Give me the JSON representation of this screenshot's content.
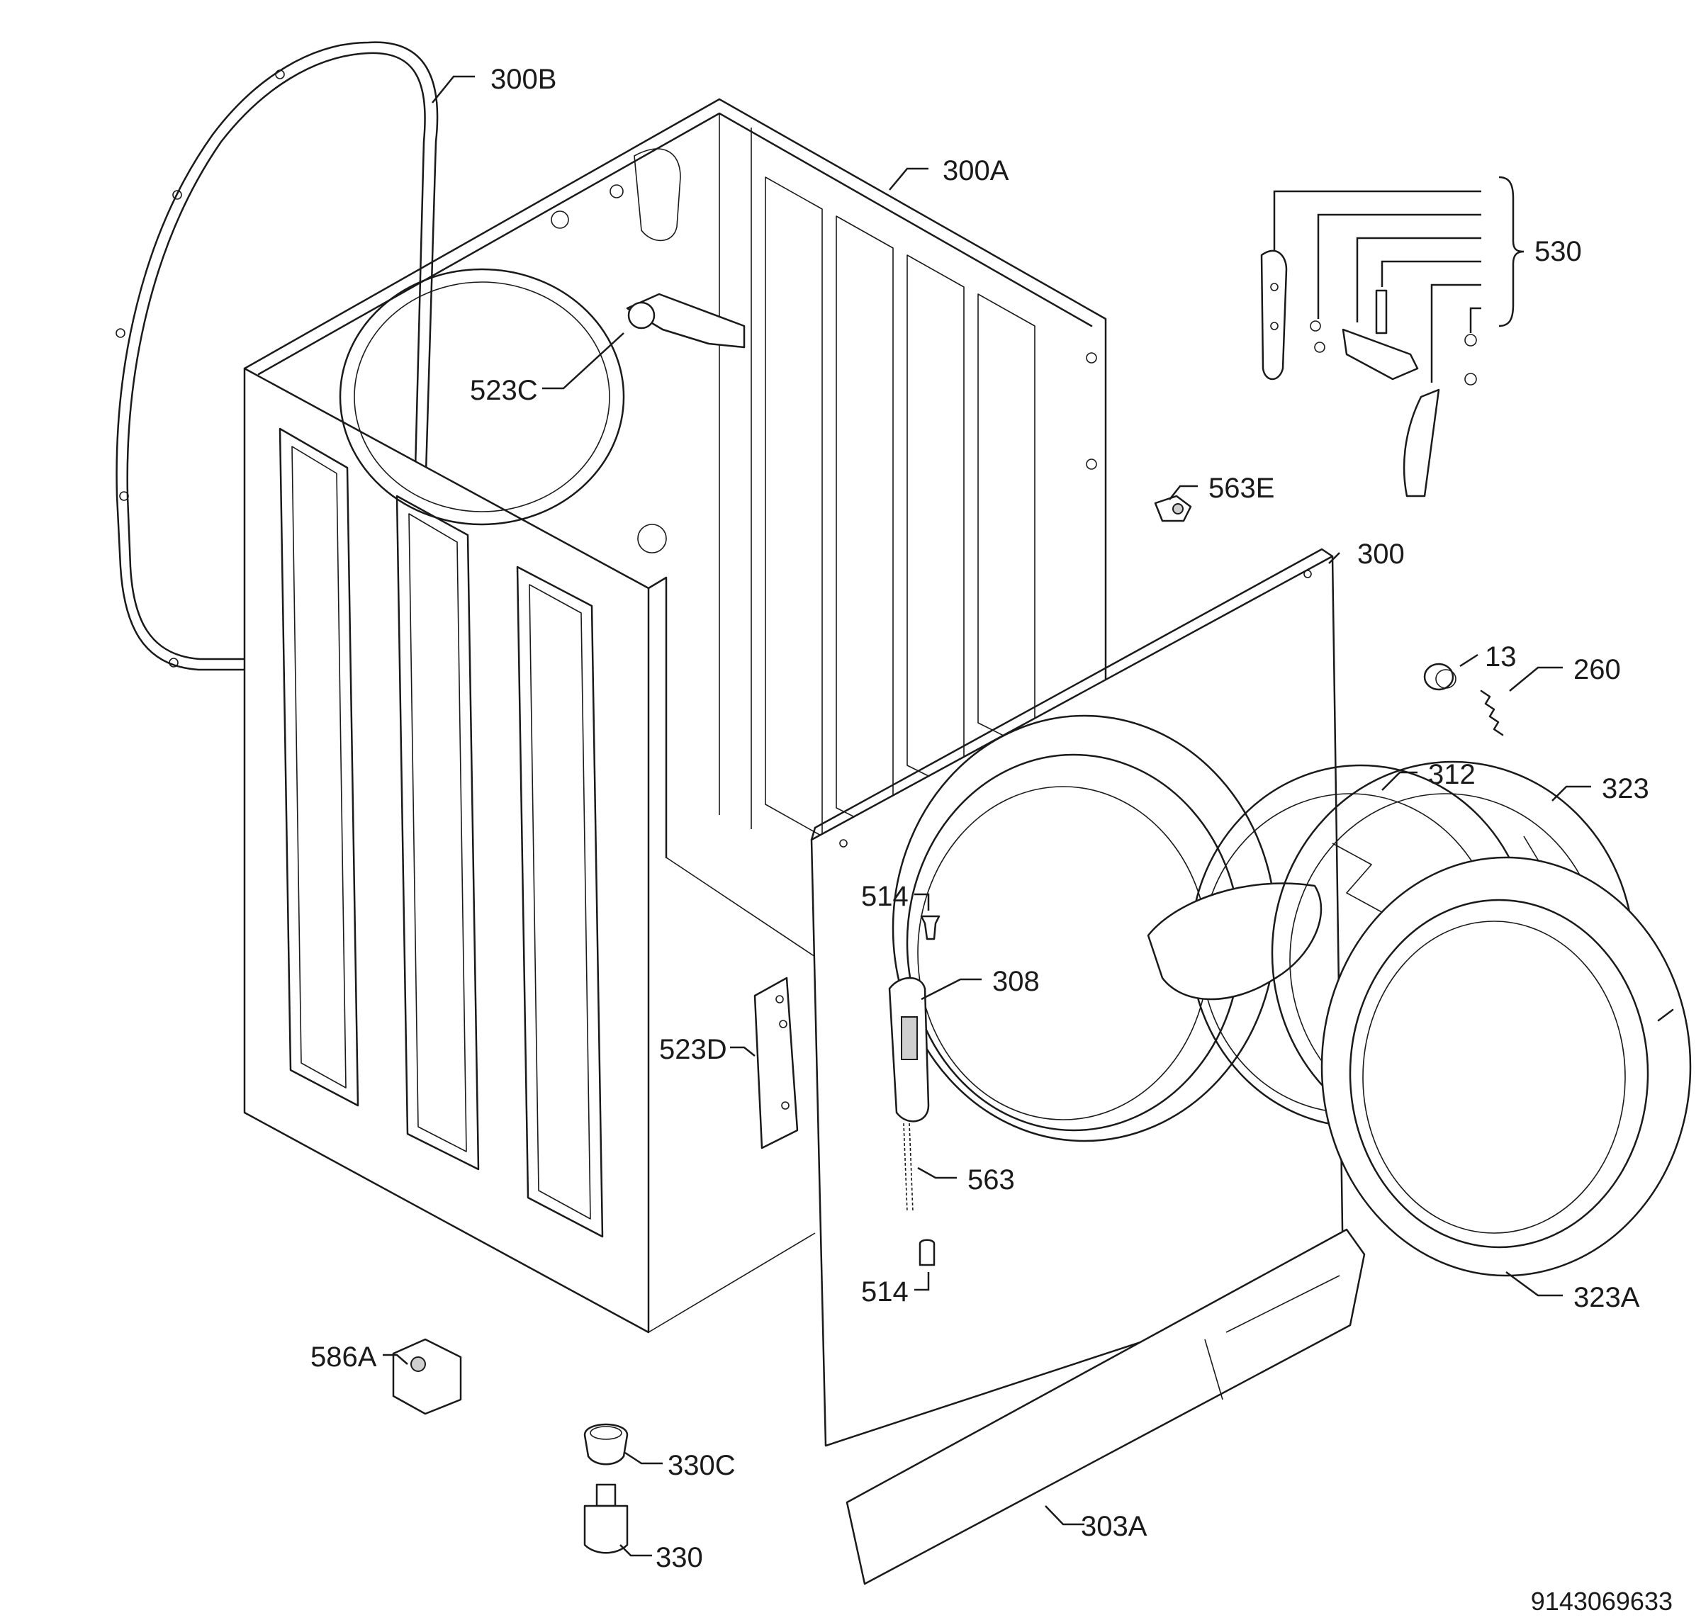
{
  "diagram": {
    "part_labels": {
      "l300B": "300B",
      "l300A": "300A",
      "l530": "530",
      "l523C": "523C",
      "l563E": "563E",
      "l300": "300",
      "l13": "13",
      "l260": "260",
      "l312": "312",
      "l323": "323",
      "l514a": "514",
      "l308": "308",
      "l523D": "523D",
      "l563": "563",
      "l514b": "514",
      "l323A": "323A",
      "l586A": "586A",
      "l330C": "330C",
      "l303A": "303A",
      "l330": "330"
    },
    "reference_number": "9143069633"
  }
}
